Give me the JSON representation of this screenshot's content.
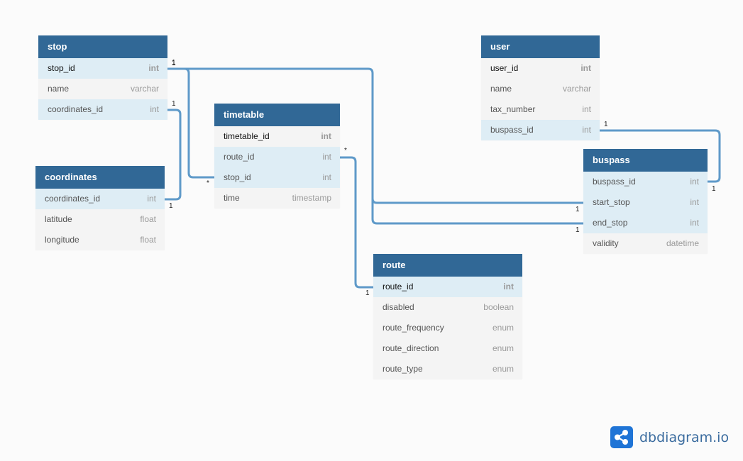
{
  "tables": [
    {
      "key": "stop",
      "name": "stop",
      "fields": [
        {
          "name": "stop_id",
          "type": "int",
          "pk": true,
          "ref": true
        },
        {
          "name": "name",
          "type": "varchar"
        },
        {
          "name": "coordinates_id",
          "type": "int",
          "ref": true
        }
      ]
    },
    {
      "key": "coordinates",
      "name": "coordinates",
      "fields": [
        {
          "name": "coordinates_id",
          "type": "int",
          "ref": true
        },
        {
          "name": "latitude",
          "type": "float"
        },
        {
          "name": "longitude",
          "type": "float"
        }
      ]
    },
    {
      "key": "timetable",
      "name": "timetable",
      "fields": [
        {
          "name": "timetable_id",
          "type": "int",
          "pk": true
        },
        {
          "name": "route_id",
          "type": "int",
          "ref": true
        },
        {
          "name": "stop_id",
          "type": "int",
          "ref": true
        },
        {
          "name": "time",
          "type": "timestamp"
        }
      ]
    },
    {
      "key": "user",
      "name": "user",
      "fields": [
        {
          "name": "user_id",
          "type": "int",
          "pk": true
        },
        {
          "name": "name",
          "type": "varchar"
        },
        {
          "name": "tax_number",
          "type": "int"
        },
        {
          "name": "buspass_id",
          "type": "int",
          "ref": true
        }
      ]
    },
    {
      "key": "buspass",
      "name": "buspass",
      "fields": [
        {
          "name": "buspass_id",
          "type": "int",
          "ref": true
        },
        {
          "name": "start_stop",
          "type": "int",
          "ref": true
        },
        {
          "name": "end_stop",
          "type": "int",
          "ref": true
        },
        {
          "name": "validity",
          "type": "datetime"
        }
      ]
    },
    {
      "key": "route",
      "name": "route",
      "fields": [
        {
          "name": "route_id",
          "type": "int",
          "pk": true,
          "ref": true
        },
        {
          "name": "disabled",
          "type": "boolean"
        },
        {
          "name": "route_frequency",
          "type": "enum"
        },
        {
          "name": "route_direction",
          "type": "enum"
        },
        {
          "name": "route_type",
          "type": "enum"
        }
      ]
    }
  ],
  "relationships": [
    {
      "from": "stop.stop_id",
      "from_card": "1",
      "to": "timetable.stop_id",
      "to_card": "*"
    },
    {
      "from": "stop.stop_id",
      "from_card": "1",
      "to": "buspass.start_stop",
      "to_card": "1"
    },
    {
      "from": "stop.stop_id",
      "from_card": "1",
      "to": "buspass.end_stop",
      "to_card": "1"
    },
    {
      "from": "stop.coordinates_id",
      "from_card": "1",
      "to": "coordinates.coordinates_id",
      "to_card": "1"
    },
    {
      "from": "timetable.route_id",
      "from_card": "*",
      "to": "route.route_id",
      "to_card": "1"
    },
    {
      "from": "user.buspass_id",
      "from_card": "1",
      "to": "buspass.buspass_id",
      "to_card": "1"
    }
  ],
  "brand": {
    "name": "dbdiagram.io",
    "icon": "share-nodes-icon"
  },
  "colors": {
    "header": "#316896",
    "link": "#5f9ac9",
    "ref_row": "#deedf5",
    "row": "#f4f4f4"
  }
}
